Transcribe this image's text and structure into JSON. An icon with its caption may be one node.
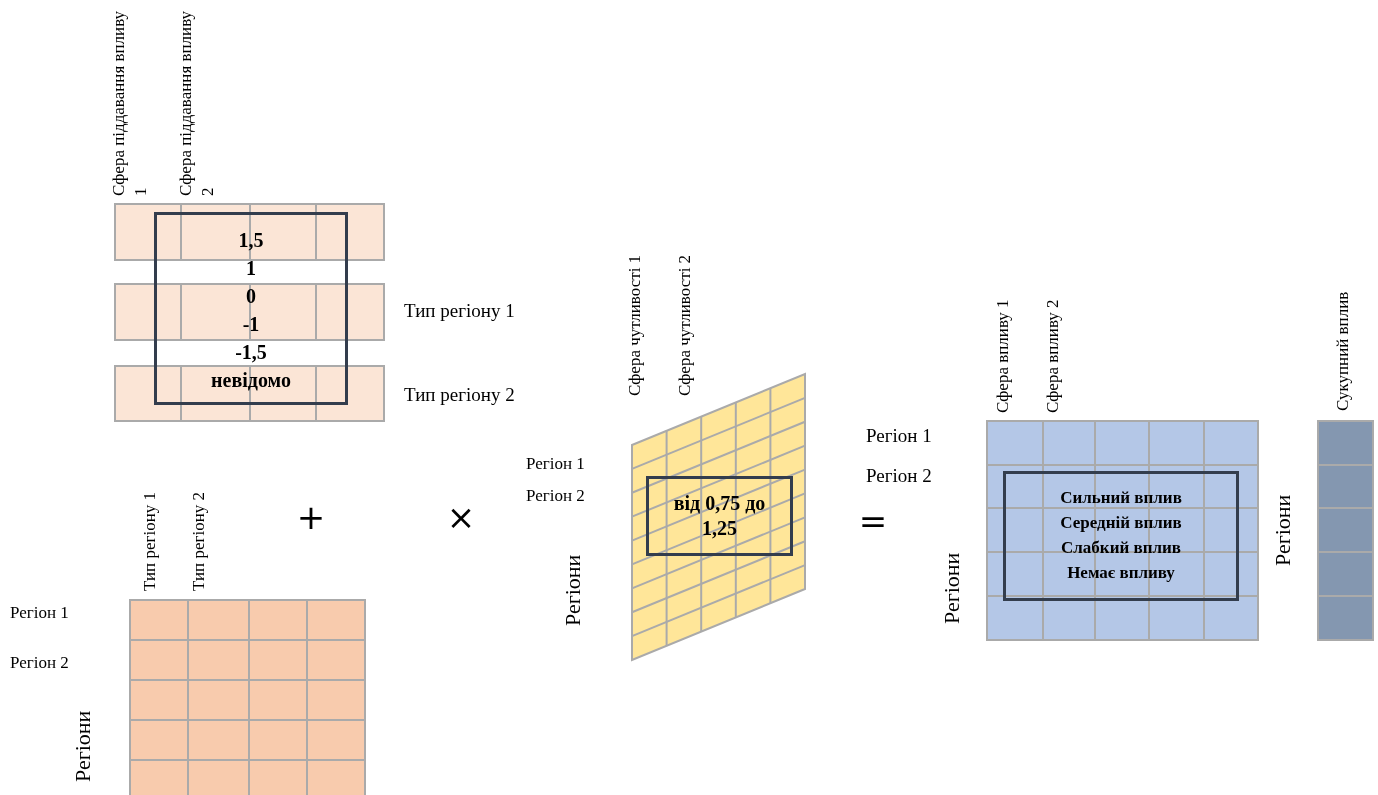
{
  "diagram": {
    "nodes": [
      {
        "text": [
          "1,5",
          "1",
          "0",
          "-1",
          "-1,5",
          "невідомо"
        ]
      },
      {
        "text": [
          "від 0,75 до 1,25"
        ]
      },
      {
        "text": [
          "Сильний вплив",
          "Середній вплив",
          "Слабкий вплив",
          "Немає впливу"
        ]
      }
    ],
    "labels": [
      "Сфера піддавання впливу 1",
      "Сфера піддавання впливу 2",
      "Тип регіону 1",
      "Тип регіону 2",
      "Сфера чутливості 1",
      "Сфера чутливості 2",
      "Сфера впливу 1",
      "Сфера впливу 2",
      "Сукупний вплив",
      "Регіон 1",
      "Регіон 2",
      "Регіон 1",
      "Регіон 2",
      "Тип регіону 1",
      "Тип регіону 2",
      "+",
      "×",
      "=",
      "Регіони",
      "Регіони",
      "Регіони",
      "Регіон 1",
      "Регіон 2",
      "Регіони"
    ]
  }
}
